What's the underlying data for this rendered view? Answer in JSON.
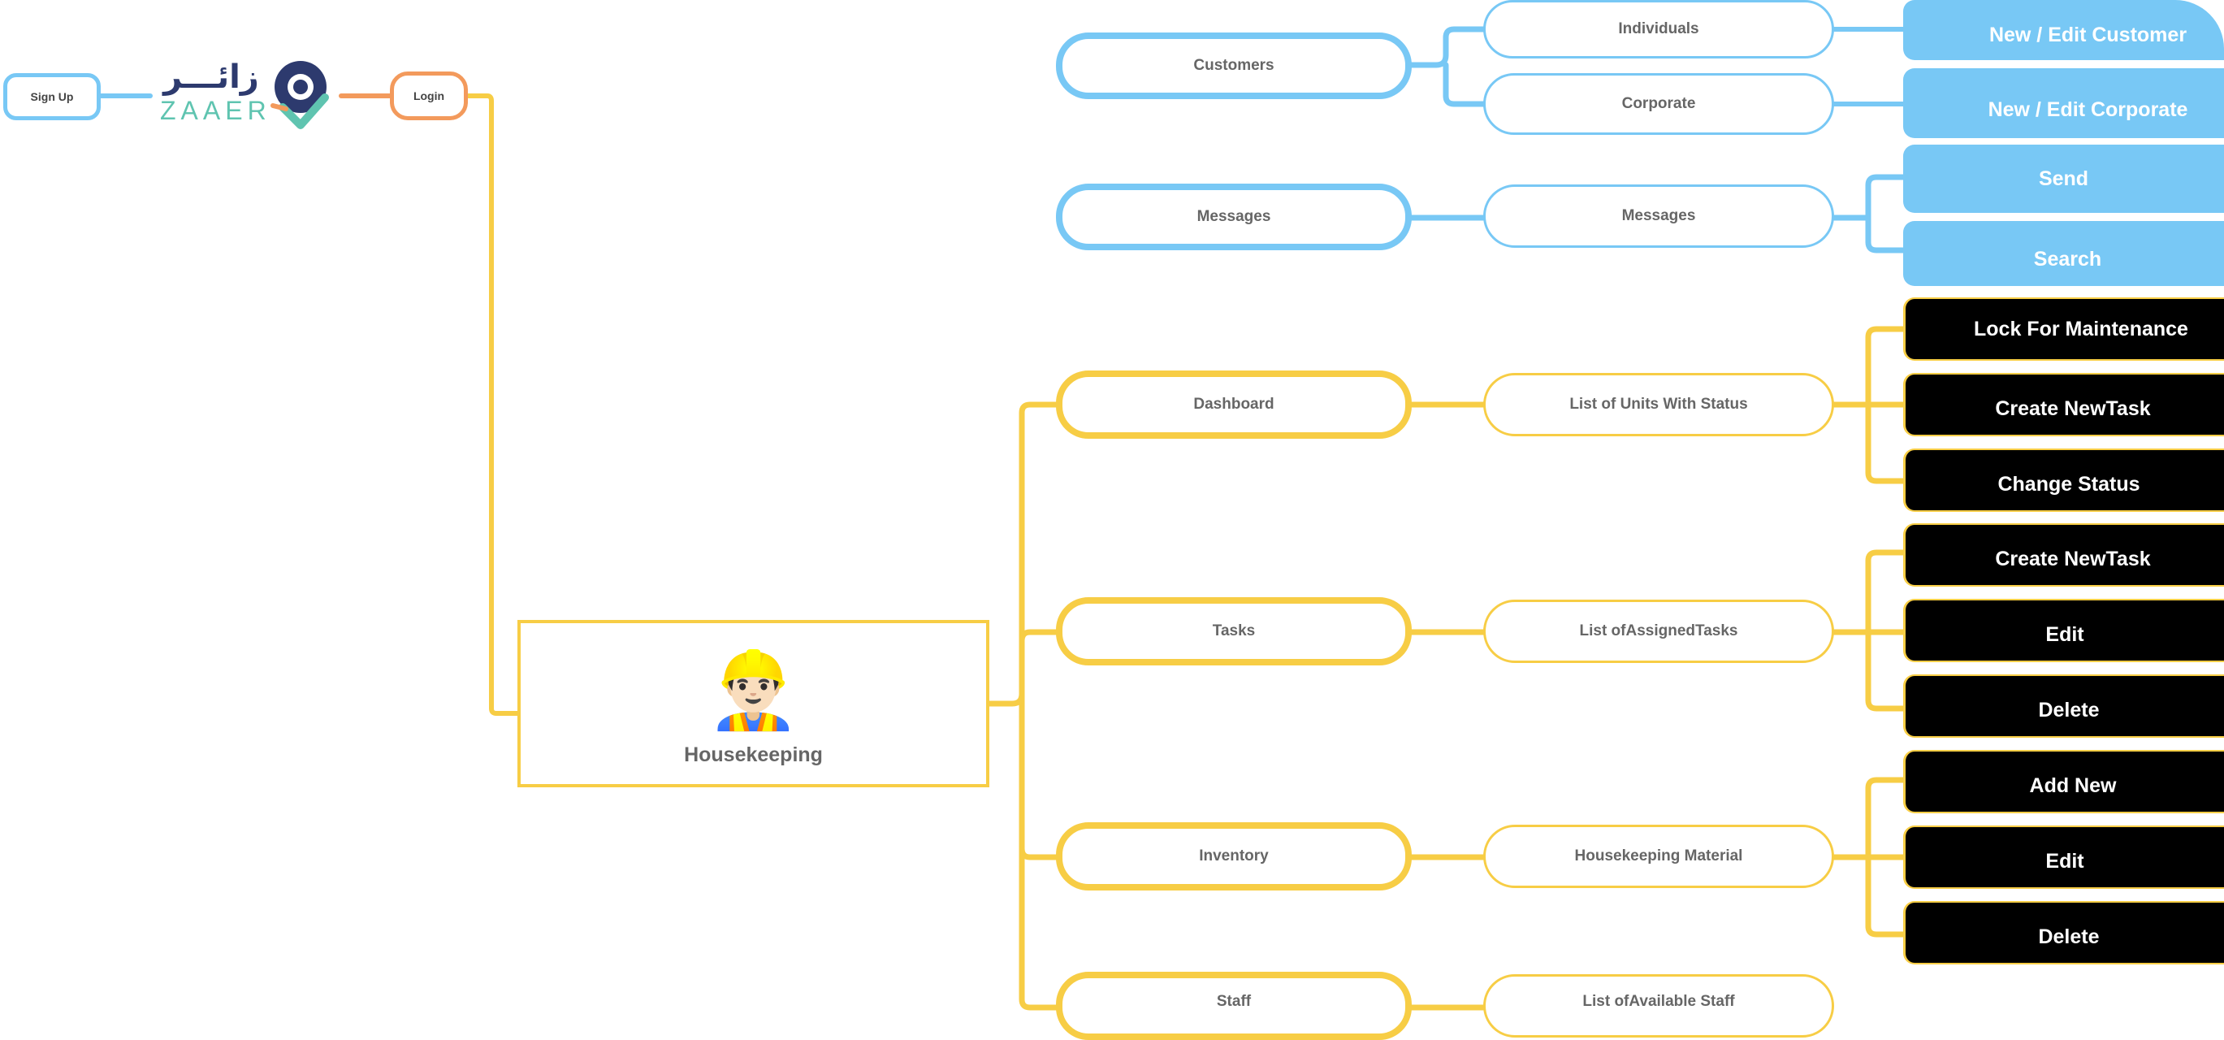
{
  "colors": {
    "blue": "#78c8f5",
    "yellow": "#f7cd45",
    "orange": "#f39a5c",
    "black": "#000000",
    "text": "#666666"
  },
  "top": {
    "signup": "Sign Up",
    "logo_arabic": "زائـــر",
    "logo_latin": "ZAAER",
    "login": "Login"
  },
  "housekeeping": {
    "icon": "👷🏻‍♂️",
    "label": "Housekeeping"
  },
  "customers": {
    "main": "Customers",
    "individuals": "Individuals",
    "corporate": "Corporate",
    "new_edit_customer": "New / Edit Customer",
    "new_edit_corporate": "New / Edit Corporate"
  },
  "messages": {
    "main": "Messages",
    "sub": "Messages",
    "send": "Send",
    "search": "Search"
  },
  "dashboard": {
    "main": "Dashboard",
    "sub": "List of Units With Status",
    "actions": [
      "Lock For Maintenance",
      "Create NewTask",
      "Change Status"
    ]
  },
  "tasks": {
    "main": "Tasks",
    "sub": "List ofAssignedTasks",
    "actions": [
      "Create NewTask",
      "Edit",
      "Delete"
    ]
  },
  "inventory": {
    "main": "Inventory",
    "sub": "Housekeeping Material",
    "actions": [
      "Add New",
      "Edit",
      "Delete"
    ]
  },
  "staff": {
    "main": "Staff",
    "sub": "List ofAvailable Staff"
  }
}
